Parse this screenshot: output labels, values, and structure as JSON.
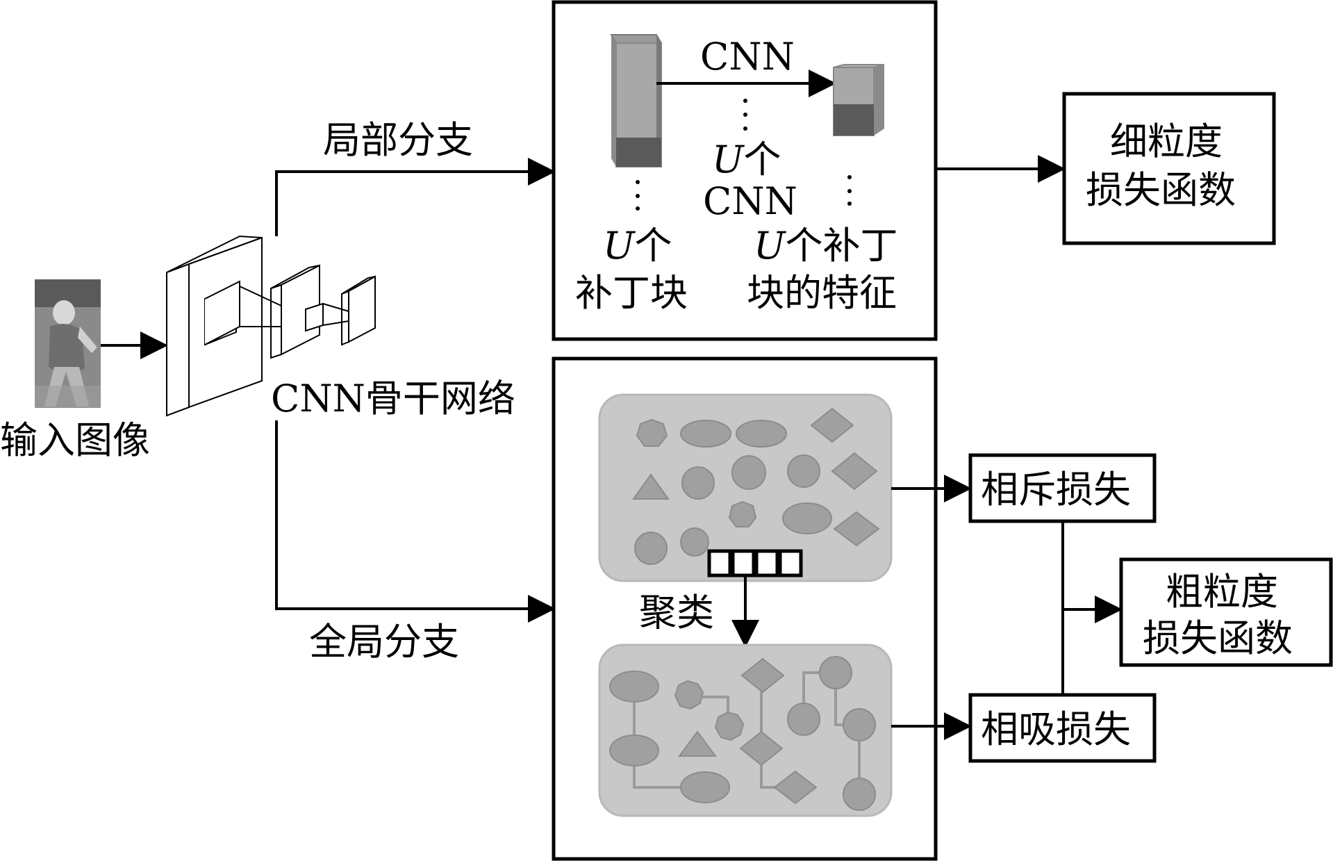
{
  "labels": {
    "input_image": "输入图像",
    "backbone": "CNN骨干网络",
    "local_branch": "局部分支",
    "global_branch": "全局分支",
    "cnn_top": "CNN",
    "u_cnn_u": "U",
    "u_cnn_ge": "个",
    "u_cnn_cnn": "CNN",
    "patches_u": "U",
    "patches_ge": "个",
    "patches_line2": "补丁块",
    "features_u": "U",
    "features_rest": "个补丁",
    "features_line2": "块的特征",
    "fine_loss_line1": "细粒度",
    "fine_loss_line2": "损失函数",
    "clustering": "聚类",
    "repulsion_loss": "相斥损失",
    "attraction_loss": "相吸损失",
    "coarse_loss_line1": "粗粒度",
    "coarse_loss_line2": "损失函数"
  },
  "colors": {
    "line": "#000000",
    "cluster_panel": "#c8c8c8",
    "cluster_shape": "#a0a0a0",
    "cluster_link": "#9a9a9a",
    "patch_block_side": "#7a7a7a",
    "patch_block_front": "#a8a8a8",
    "patch_block_bottom": "#5a5a5a"
  },
  "icons": {
    "input_image": "person-photo-icon",
    "backbone": "cnn-layers-icon",
    "patch_block": "3d-block-icon",
    "feature_block": "3d-cube-icon",
    "cluster_shapes": [
      "hexagon",
      "ellipse",
      "circle",
      "diamond",
      "triangle"
    ]
  }
}
